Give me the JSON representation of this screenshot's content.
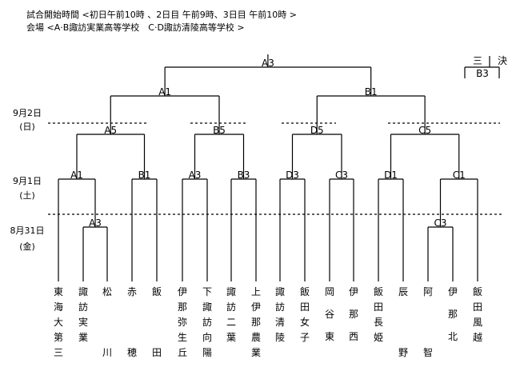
{
  "header": {
    "times": "試合開始時間 <初日午前10時 、2日目 午前9時、3日目 午前10時 >",
    "venue": "会場 <A·B諏訪実業高等学校　C·D諏訪清陵高等学校 >"
  },
  "dates": [
    {
      "date": "9月2日",
      "day": "(日)"
    },
    {
      "date": "9月1日",
      "day": "(土)"
    },
    {
      "date": "8月31日",
      "day": "(金)"
    }
  ],
  "third_place": {
    "label_left": "三",
    "label_right": "決",
    "match": "B3"
  },
  "matches": {
    "final": "A3",
    "semi_left": "A1",
    "semi_right": "B1",
    "qf": [
      "A5",
      "B5",
      "D5",
      "C5"
    ],
    "r2": [
      "A1",
      "B1",
      "A3",
      "B3",
      "D3",
      "C3",
      "D1",
      "C1"
    ],
    "r1": [
      "A3",
      "C3"
    ]
  },
  "teams": [
    "東海大第三",
    "諏訪実業",
    "松川",
    "赤穂",
    "飯田",
    "伊那弥生丘",
    "下諏訪向陽",
    "諏訪二葉",
    "上伊那農業",
    "諏訪清陵",
    "飯田女子",
    "岡谷東",
    "伊那西",
    "飯田長姫",
    "辰野",
    "阿智",
    "伊那北",
    "飯田風越"
  ]
}
